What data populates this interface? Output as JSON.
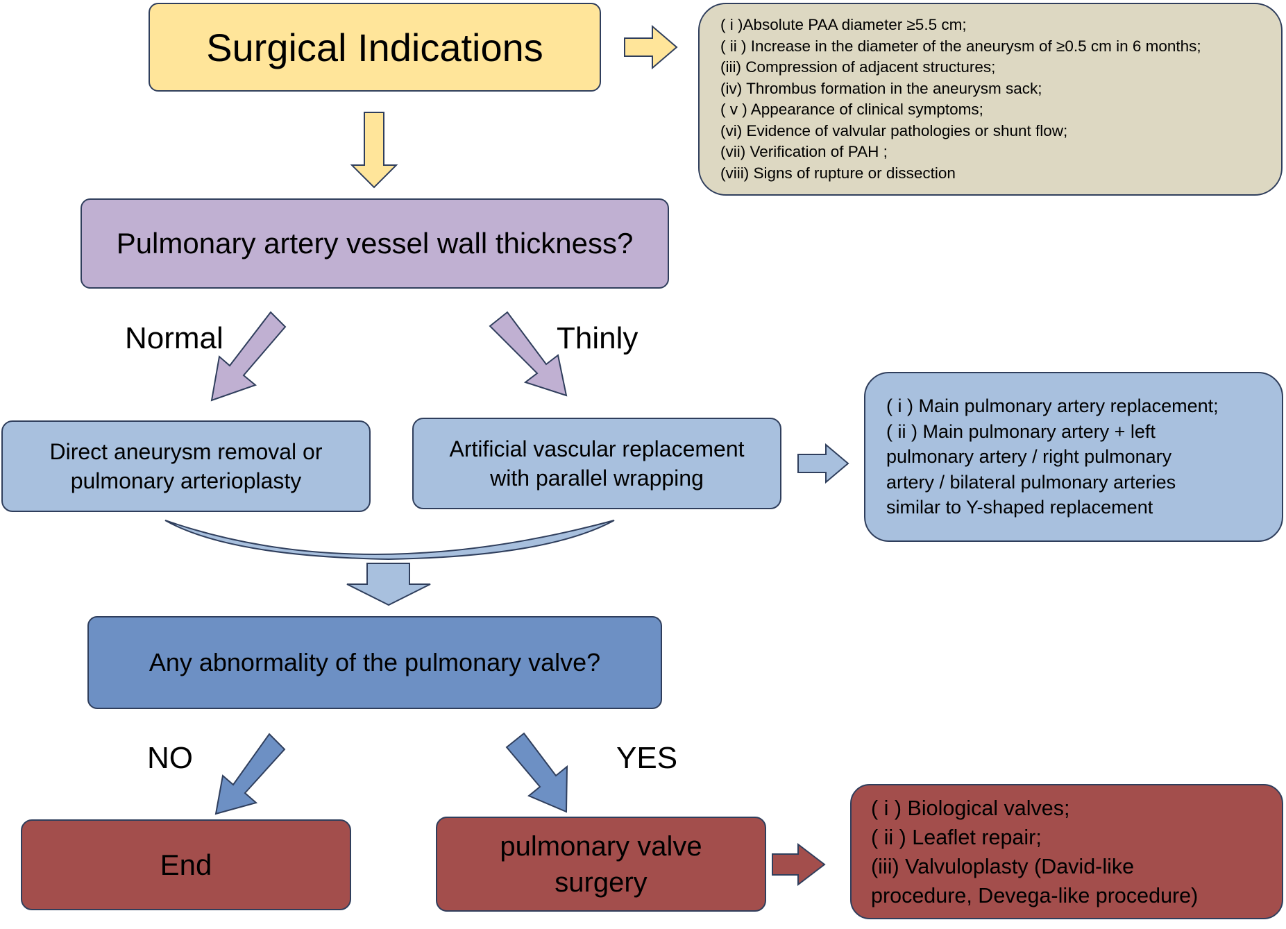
{
  "colors": {
    "yellow": "#ffe59a",
    "tan": "#ddd8c2",
    "purple": "#c0b0d2",
    "light_blue": "#a8c0de",
    "mid_blue": "#6d90c4",
    "red": "#a34e4c",
    "border": "#2f3e5c"
  },
  "nodes": {
    "surgical_indications": "Surgical Indications",
    "indications_list": [
      "( i )Absolute PAA diameter ≥5.5 cm;",
      "( ii ) Increase in the diameter of the aneurysm of ≥0.5 cm in 6 months;",
      "(iii) Compression of adjacent structures;",
      "(iv) Thrombus formation in the aneurysm sack;",
      "( v ) Appearance of clinical symptoms;",
      "(vi) Evidence of valvular pathologies or shunt flow;",
      "(vii) Verification of PAH ;",
      "(viii) Signs of rupture or dissection"
    ],
    "wall_thickness": "Pulmonary artery vessel wall thickness?",
    "label_normal": "Normal",
    "label_thinly": "Thinly",
    "direct_removal": [
      "Direct aneurysm removal or",
      "pulmonary arterioplasty"
    ],
    "artificial_replacement": [
      "Artificial vascular replacement",
      "with parallel wrapping"
    ],
    "replacement_options": [
      "( i ) Main pulmonary artery replacement;",
      "( ii ) Main pulmonary artery + left",
      "pulmonary artery / right pulmonary",
      "artery / bilateral pulmonary arteries",
      "similar to Y-shaped replacement"
    ],
    "valve_question": "Any abnormality of the pulmonary valve?",
    "label_no": "NO",
    "label_yes": "YES",
    "end": "End",
    "valve_surgery": [
      "pulmonary valve",
      "surgery"
    ],
    "valve_options": [
      "( i ) Biological valves;",
      "( ii ) Leaflet repair;",
      "(iii) Valvuloplasty (David-like",
      "procedure, Devega-like procedure)"
    ]
  }
}
